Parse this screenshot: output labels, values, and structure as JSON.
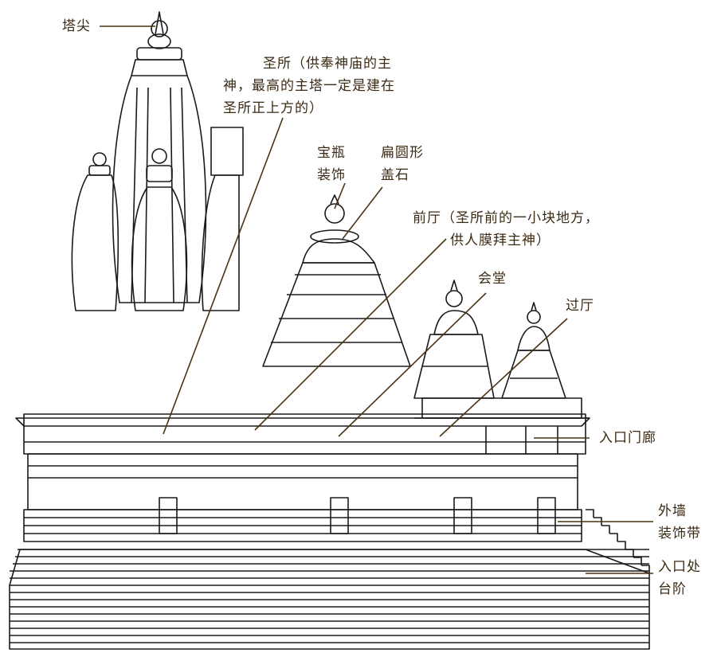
{
  "colors": {
    "ink": "#1a1a1a",
    "leader": "#4a3214",
    "label_text": "#3b2a14",
    "background": "#ffffff"
  },
  "labels": {
    "spire": "塔尖",
    "sanctum_line1": "圣所（供奉神庙的主",
    "sanctum_line2": "神，最高的主塔一定是建在",
    "sanctum_line3": "圣所正上方的）",
    "vase_line1": "宝瓶",
    "vase_line2": "装饰",
    "capstone_line1": "扁圆形",
    "capstone_line2": "盖石",
    "antechamber_line1": "前厅（圣所前的一小块地方，",
    "antechamber_line2": "供人膜拜主神）",
    "hall": "会堂",
    "vestibule": "过厅",
    "entrance_porch": "入口门廊",
    "wall_band_line1": "外墙",
    "wall_band_line2": "装饰带",
    "steps_line1": "入口处",
    "steps_line2": "台阶"
  }
}
